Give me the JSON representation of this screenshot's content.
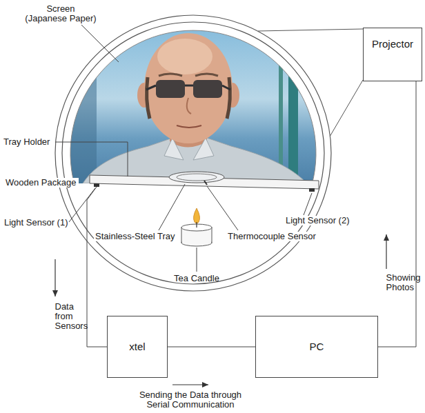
{
  "diagram": {
    "nodes": [
      {
        "text": [
          "Projector"
        ]
      },
      {
        "text": [
          "xtel"
        ]
      },
      {
        "text": [
          "PC"
        ]
      }
    ],
    "edges": [
      {
        "from": 1,
        "to": 2,
        "arrow": "none"
      },
      {
        "from": 2,
        "to": 0,
        "arrow": "none"
      }
    ],
    "labels": [
      "Screen (Japanese Paper)",
      "Tray Holder",
      "Wooden Package",
      "Light Sensor (1)",
      "Light Sensor (2)",
      "Stainless-Steel Tray",
      "Thermocouple Sensor",
      "Tea Candle",
      "Data from Sensors",
      "Sending the Data through Serial Communication",
      "Showing Photos"
    ]
  }
}
